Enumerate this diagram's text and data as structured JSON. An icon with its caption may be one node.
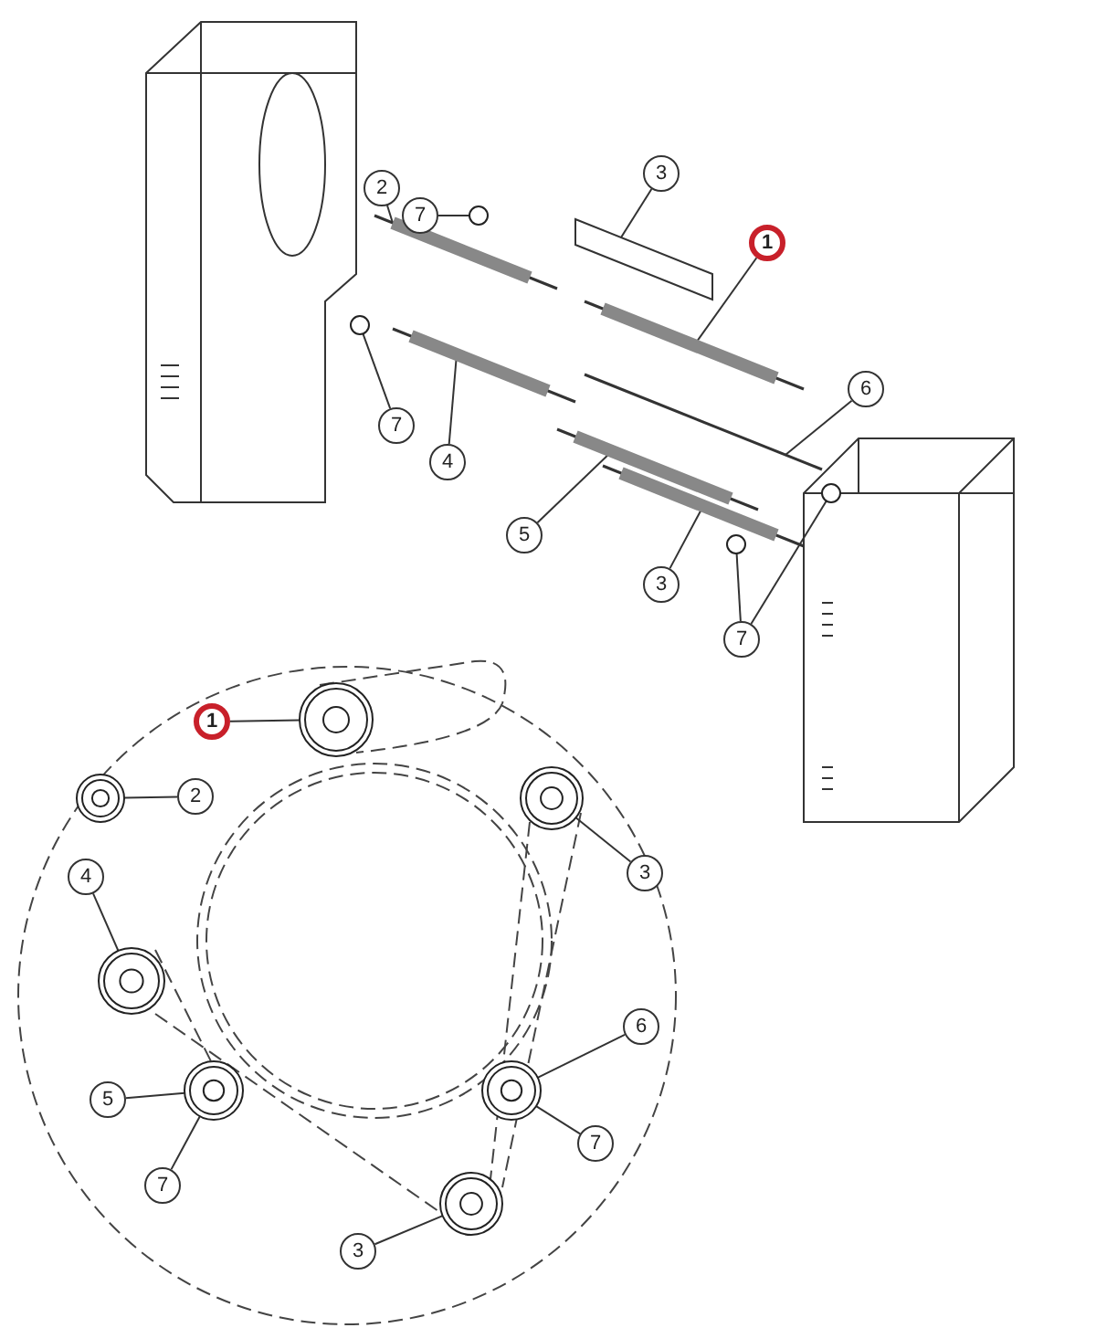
{
  "diagram": {
    "nodes": [
      {
        "text": [
          "3"
        ]
      },
      {
        "text": [
          "2"
        ]
      },
      {
        "text": [
          "7"
        ]
      },
      {
        "text": [
          "1"
        ]
      },
      {
        "text": [
          "6"
        ]
      },
      {
        "text": [
          "7"
        ]
      },
      {
        "text": [
          "4"
        ]
      },
      {
        "text": [
          "5"
        ]
      },
      {
        "text": [
          "3"
        ]
      },
      {
        "text": [
          "7"
        ]
      },
      {
        "text": [
          "1"
        ]
      },
      {
        "text": [],
        "shape": "circle"
      },
      {
        "text": [],
        "shape": "circle"
      },
      {
        "text": [
          "2"
        ]
      },
      {
        "text": [],
        "shape": "circle"
      },
      {
        "text": [
          "3"
        ]
      },
      {
        "text": [
          "4"
        ]
      },
      {
        "text": [],
        "shape": "circle"
      },
      {
        "text": [
          "6"
        ]
      },
      {
        "text": [],
        "shape": "circle"
      },
      {
        "text": [],
        "shape": "circle"
      },
      {
        "text": [
          "5"
        ]
      },
      {
        "text": [
          "7"
        ]
      },
      {
        "text": [
          "7"
        ]
      },
      {
        "text": [],
        "shape": "circle"
      },
      {
        "text": [
          "3"
        ]
      },
      {
        "text": [],
        "shape": "circle"
      },
      {
        "text": [],
        "shape": "circle"
      },
      {
        "text": [],
        "shape": "circle"
      },
      {
        "text": [],
        "shape": "circle"
      },
      {
        "text": [],
        "shape": "box"
      },
      {
        "text": [],
        "shape": "picture"
      },
      {
        "text": [],
        "shape": "picture"
      },
      {
        "text": [],
        "shape": "picture"
      },
      {
        "text": [],
        "shape": "picture"
      },
      {
        "text": [],
        "shape": "picture"
      },
      {
        "text": [],
        "shape": "picture"
      }
    ],
    "edges": [
      {
        "from": 0,
        "to": 30,
        "arrow": "none"
      },
      {
        "from": 1,
        "to": 32,
        "arrow": "none"
      },
      {
        "from": 2,
        "to": 26,
        "arrow": "none"
      },
      {
        "from": 3,
        "to": 31,
        "arrow": "none"
      },
      {
        "from": 4,
        "to": 34,
        "arrow": "none"
      },
      {
        "from": 5,
        "to": 27,
        "arrow": "none"
      },
      {
        "from": 6,
        "to": 33,
        "arrow": "none"
      },
      {
        "from": 7,
        "to": 35,
        "arrow": "none"
      },
      {
        "from": 8,
        "to": 36,
        "arrow": "none"
      },
      {
        "from": 9,
        "to": 29,
        "arrow": "none"
      },
      {
        "from": 9,
        "to": 28,
        "arrow": "none"
      },
      {
        "from": 10,
        "to": 11,
        "arrow": "none"
      },
      {
        "from": 13,
        "to": 12,
        "arrow": "none"
      },
      {
        "from": 15,
        "to": 14,
        "arrow": "none"
      },
      {
        "from": 16,
        "to": 17,
        "arrow": "none"
      },
      {
        "from": 18,
        "to": 20,
        "arrow": "none"
      },
      {
        "from": 21,
        "to": 19,
        "arrow": "none"
      },
      {
        "from": 22,
        "to": 20,
        "arrow": "none"
      },
      {
        "from": 23,
        "to": 19,
        "arrow": "none"
      },
      {
        "from": 25,
        "to": 24,
        "arrow": "none"
      }
    ]
  }
}
